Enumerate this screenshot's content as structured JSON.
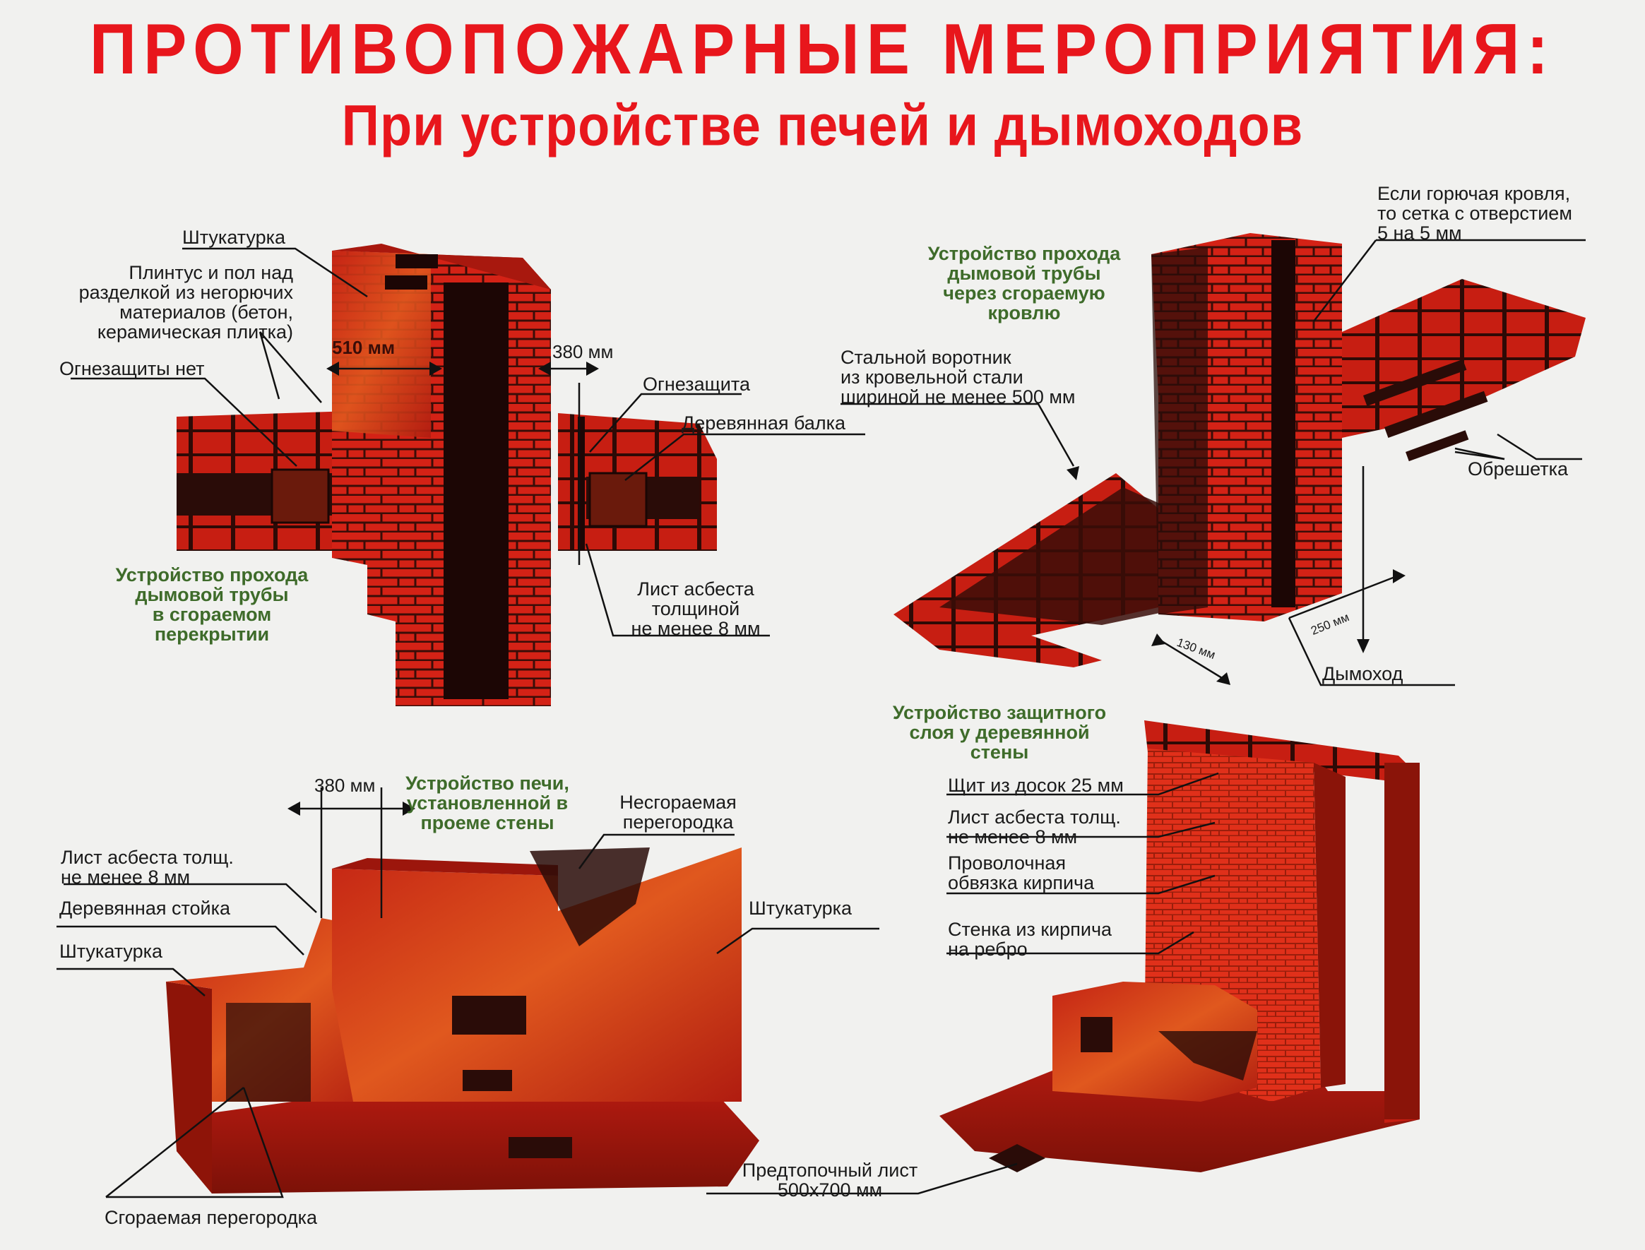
{
  "title": "ПРОТИВОПОЖАРНЫЕ МЕРОПРИЯТИЯ:",
  "subtitle": "При устройстве печей и дымоходов",
  "colors": {
    "title_red": "#e8161c",
    "brick": "#d42216",
    "brick_dark": "#8a1409",
    "mortar": "#2a0c08",
    "plaster": "#d94a1a",
    "green_caption": "#3e6b2a"
  },
  "panel1": {
    "caption": "Устройство прохода\nдымовой трубы\nв сгораемом\nперекрытии",
    "labels": {
      "shtukaturka": "Штукатурка",
      "plintus": "Плинтус и пол над\nразделкой из негорючих\nматериалов (бетон,\nкерамическая плитка)",
      "ognezashchity_net": "Огнезащиты нет",
      "dim_510": "510 мм",
      "dim_380": "380 мм",
      "ognezashchita": "Огнезащита",
      "balka": "Деревянная балка",
      "asbest": "Лист асбеста\nтолщиной\nне менее 8 мм"
    }
  },
  "panel2": {
    "caption": "Устройство прохода\nдымовой трубы\nчерез сгораемую\nкровлю",
    "labels": {
      "setka": "Если горючая кровля,\nто сетка с отверстием\n5 на 5 мм",
      "vorotnik": "Стальной воротник\nиз кровельной стали\nшириной не менее 500 мм",
      "obreshetka": "Обрешетка",
      "dim_130": "130 мм",
      "dim_250": "250 мм",
      "dymokhod": "Дымоход"
    }
  },
  "panel3": {
    "caption": "Устройство печи,\nустановленной в\nпроеме стены",
    "labels": {
      "dim_380": "380 мм",
      "peregorodka": "Несгораемая\nперегородка",
      "asbest": "Лист асбеста толщ.\nне менее 8 мм",
      "stoyka": "Деревянная стойка",
      "shtukaturka_left": "Штукатурка",
      "shtukaturka_right": "Штукатурка",
      "sgoraemaya": "Сгораемая перегородка"
    }
  },
  "panel4": {
    "caption": "Устройство защитного\nслоя у деревянной\nстены",
    "labels": {
      "shchit": "Щит из досок 25 мм",
      "asbest": "Лист асбеста толщ.\nне менее 8 мм",
      "obvyazka": "Проволочная\nобвязка кирпича",
      "stenka": "Стенка из кирпича\nна ребро",
      "predtopochny": "Предтопочный лист\n500х700 мм"
    }
  }
}
